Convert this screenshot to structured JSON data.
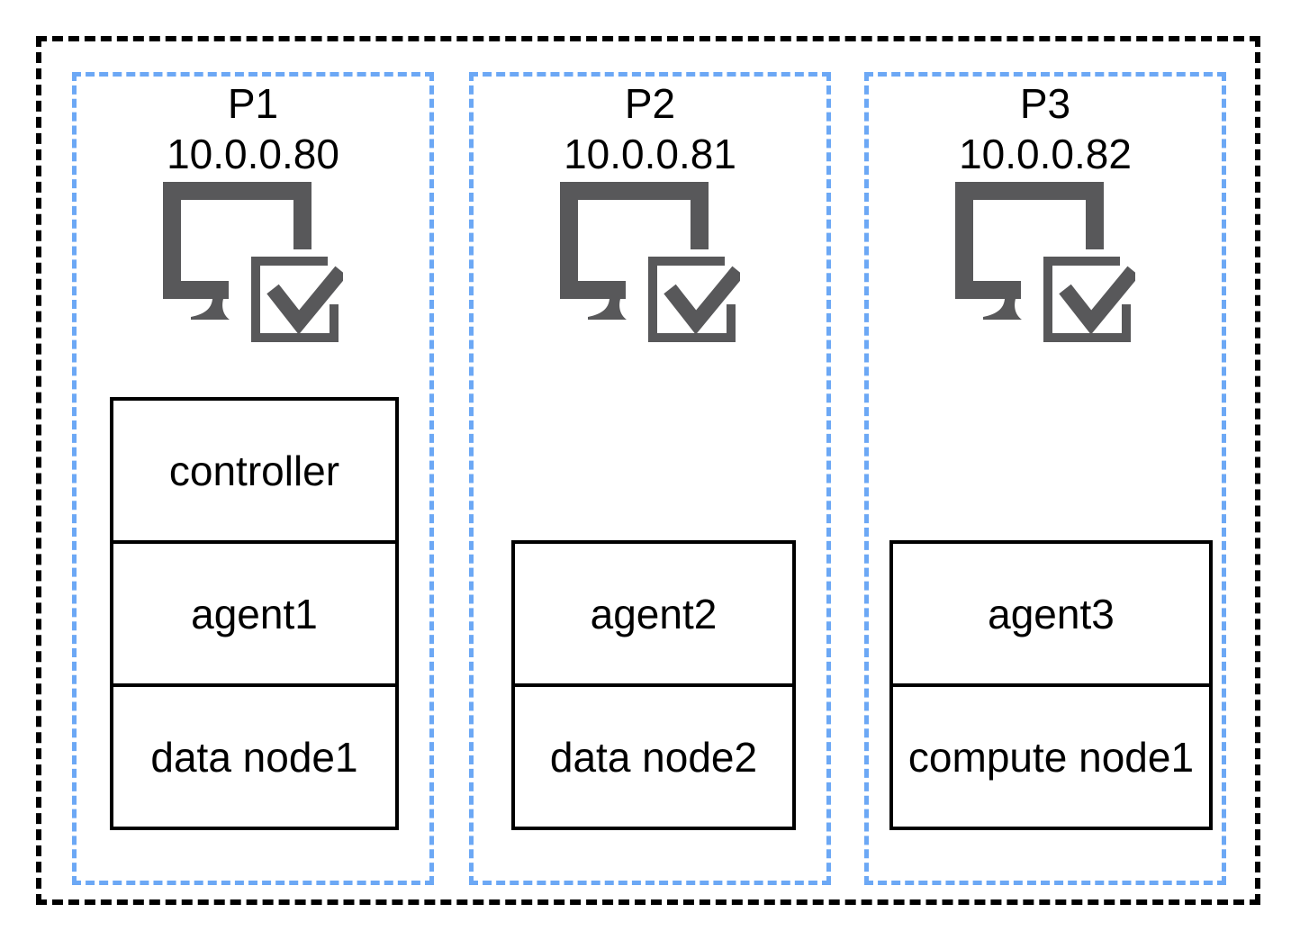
{
  "diagram": {
    "type": "deployment-diagram",
    "machines": [
      {
        "name": "P1",
        "ip": "10.0.0.80",
        "icon": "monitor-check-icon",
        "nodes": [
          "controller",
          "agent1",
          "data node1"
        ]
      },
      {
        "name": "P2",
        "ip": "10.0.0.81",
        "icon": "monitor-check-icon",
        "nodes": [
          "agent2",
          "data node2"
        ]
      },
      {
        "name": "P3",
        "ip": "10.0.0.82",
        "icon": "monitor-check-icon",
        "nodes": [
          "agent3",
          "compute node1"
        ]
      }
    ],
    "colors": {
      "outer_border": "#000000",
      "machine_border": "#6CA8F5",
      "icon": "#58585a",
      "node_border": "#000000",
      "text": "#000000",
      "background": "#ffffff"
    }
  }
}
